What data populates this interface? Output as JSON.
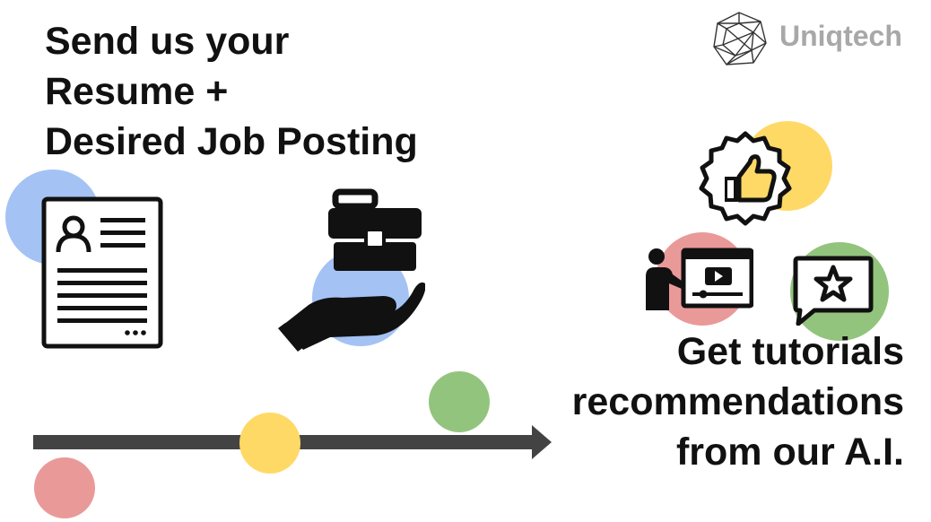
{
  "headline": {
    "line1": "Send us your",
    "line2": "Resume +",
    "line3": "Desired Job Posting"
  },
  "brand": {
    "name": "Uniqtech",
    "logo_icon": "geodesic-polyhedron-icon"
  },
  "caption": {
    "line1": "Get tutorials",
    "line2": "recommendations",
    "line3": "from our A.I."
  },
  "icons": {
    "resume": "resume-document-icon",
    "job": "briefcase-in-hand-icon",
    "like": "thumbs-up-badge-icon",
    "tutorial": "video-tutorial-presenter-icon",
    "review": "star-speech-bubble-icon"
  },
  "colors": {
    "blue": "#a4c2f4",
    "yellow": "#ffd966",
    "green": "#93c47d",
    "red": "#ea9999",
    "dark": "#111111",
    "arrow": "#434343",
    "brand_gray": "#a8a8a8"
  }
}
